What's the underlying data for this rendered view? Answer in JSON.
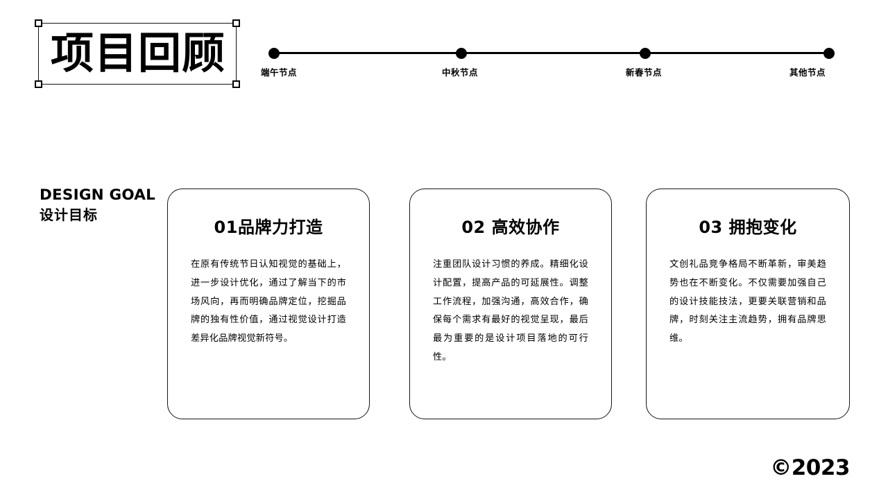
{
  "slide": {
    "title": "项目回顾",
    "copyright": "©2023",
    "accent_color": "#000000",
    "background_color": "#ffffff"
  },
  "timeline": {
    "nodes": [
      {
        "label": "端午节点",
        "position_pct": 0
      },
      {
        "label": "中秋节点",
        "position_pct": 33.75
      },
      {
        "label": "新春节点",
        "position_pct": 66.875
      },
      {
        "label": "其他节点",
        "position_pct": 100
      }
    ]
  },
  "goal": {
    "heading_en": "DESIGN GOAL",
    "heading_cn": "设计目标"
  },
  "cards": [
    {
      "title": "01品牌力打造",
      "body": "在原有传统节日认知视觉的基础上，进一步设计优化，通过了解当下的市场风向，再而明确品牌定位，挖掘品牌的独有性价值，通过视觉设计打造差异化品牌视觉新符号。"
    },
    {
      "title": "02 高效协作",
      "body": "注重团队设计习惯的养成。精细化设计配置，提高产品的可延展性。调整工作流程，加强沟通，高效合作，确保每个需求有最好的视觉呈现，最后最为重要的是设计项目落地的可行性。"
    },
    {
      "title": "03 拥抱变化",
      "body": "文创礼品竞争格局不断革新，审美趋势也在不断变化。不仅需要加强自己的设计技能技法，更要关联营销和品牌，时刻关注主流趋势，拥有品牌思维。"
    }
  ]
}
